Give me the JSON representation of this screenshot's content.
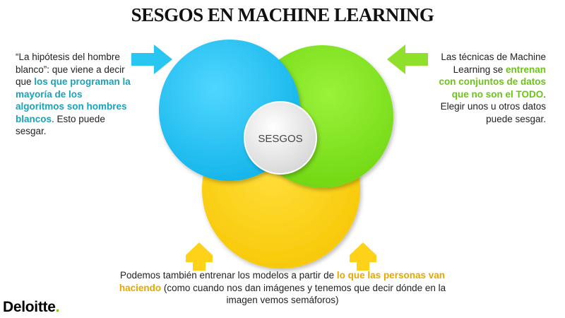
{
  "title": "SESGOS EN MACHINE LEARNING",
  "center_label": "SESGOS",
  "left_text": {
    "intro": "“La hipótesis del hombre blanco”: que viene a decir que ",
    "highlight": "los que programan la mayoría de los algoritmos son hombres blancos",
    "outro": ". Esto puede sesgar."
  },
  "right_text": {
    "intro": "Las técnicas de Machine Learning se ",
    "highlight": "entrenan con conjuntos de datos que no son el TODO",
    "outro": ". Elegir unos u otros datos puede sesgar."
  },
  "bottom_text": {
    "intro": "Podemos también entrenar los modelos a partir de ",
    "highlight": "lo que las personas van haciendo",
    "outro": " (como cuando nos dan imágenes y tenemos que decir dónde en la imagen vemos semáforos)"
  },
  "logo": {
    "text": "Deloitte",
    "dot": "."
  },
  "colors": {
    "blue_circle": "#1ec4f2",
    "green_circle": "#84e81a",
    "yellow_circle": "#ffd21a",
    "teal_text": "#1aa3b8",
    "green_text": "#6cc418",
    "gold_text": "#e3a800",
    "blue_arrow": "#29c6f2",
    "green_arrow": "#8ee02a",
    "yellow_arrow": "#ffd21a"
  }
}
